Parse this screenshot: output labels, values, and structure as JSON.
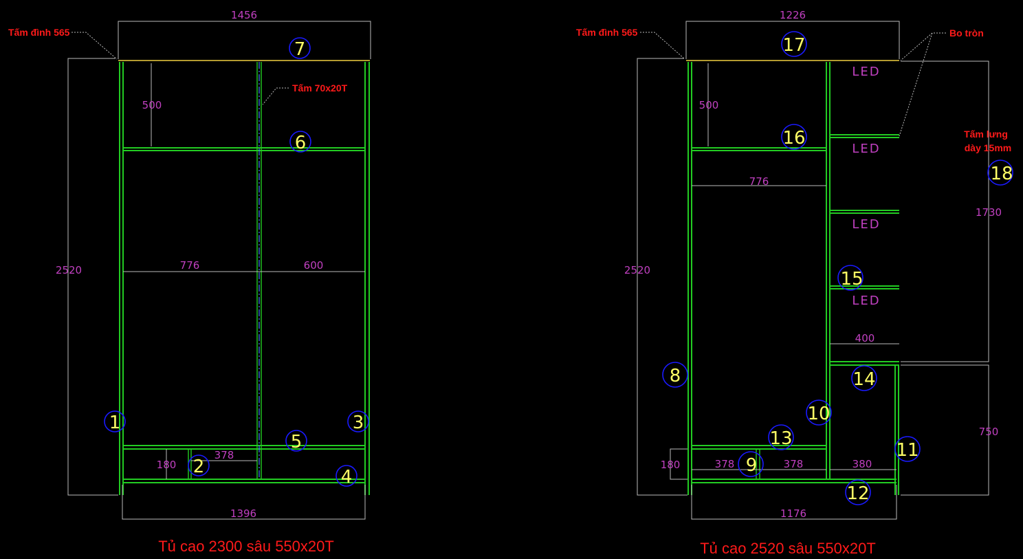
{
  "left": {
    "title": "Tủ cao 2300 sâu 550x20T",
    "note_top": "Tấm đình 565",
    "note_mid": "Tấm 70x20T",
    "dims": {
      "width_top": "1456",
      "height": "2520",
      "top_gap": "500",
      "left_w": "776",
      "right_w": "600",
      "drawer_h": "180",
      "drawer_w": "378",
      "bottom": "1396"
    },
    "parts": [
      "1",
      "2",
      "3",
      "4",
      "5",
      "6",
      "7"
    ]
  },
  "right": {
    "title": "Tủ cao 2520 sâu 550x20T",
    "note_top": "Tấm đình 565",
    "note_round": "Bo tròn",
    "note_back_1": "Tấm lưng",
    "note_back_2": "dày 15mm",
    "led": "LED",
    "dims": {
      "width_top": "1226",
      "height": "2520",
      "top_gap": "500",
      "left_w": "776",
      "right_h": "1730",
      "shelf_w": "400",
      "low_h": "750",
      "drawer_h": "180",
      "drawer_w1": "378",
      "drawer_w2": "378",
      "drawer_w3": "380",
      "bottom": "1176"
    },
    "parts": [
      "8",
      "9",
      "10",
      "11",
      "12",
      "13",
      "14",
      "15",
      "16",
      "17",
      "18"
    ]
  }
}
